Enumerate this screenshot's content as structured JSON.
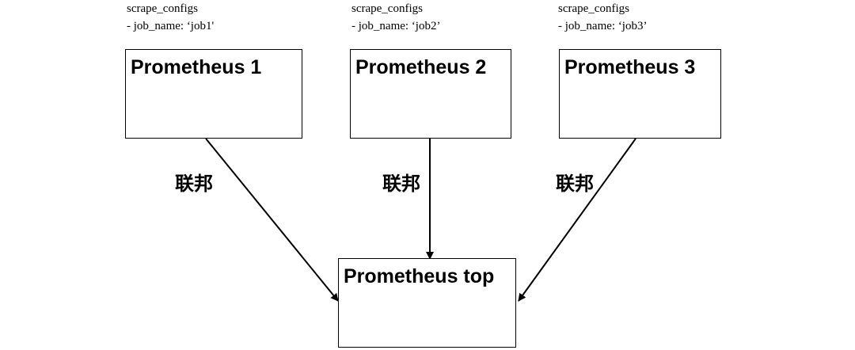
{
  "captions": [
    {
      "line1": "scrape_configs",
      "line2": "- job_name: ‘job1'"
    },
    {
      "line1": "scrape_configs",
      "line2": "- job_name: ‘job2’"
    },
    {
      "line1": "scrape_configs",
      "line2": "- job_name: ‘job3’"
    }
  ],
  "nodes": {
    "p1": "Prometheus 1",
    "p2": "Prometheus 2",
    "p3": "Prometheus 3",
    "top": "Prometheus top"
  },
  "edges": [
    {
      "from": "p1",
      "to": "top",
      "label": "联邦"
    },
    {
      "from": "p2",
      "to": "top",
      "label": "联邦"
    },
    {
      "from": "p3",
      "to": "top",
      "label": "联邦"
    }
  ]
}
